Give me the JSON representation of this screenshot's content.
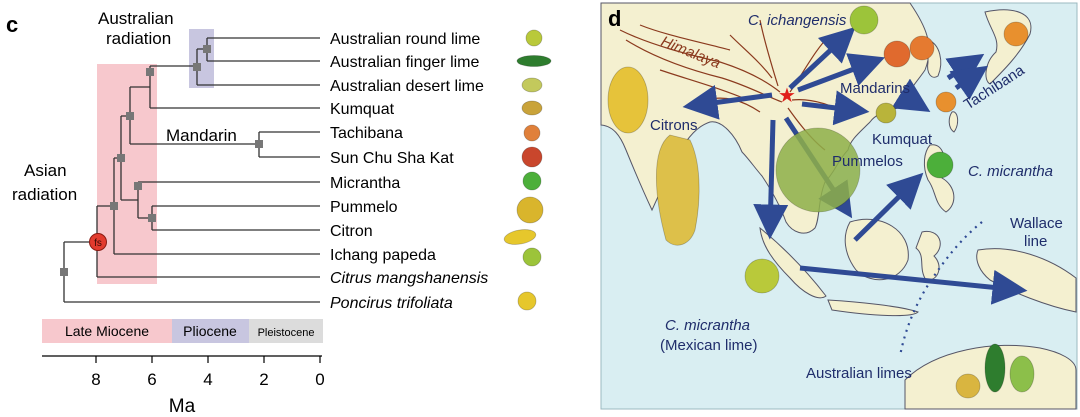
{
  "panel_c": {
    "panel_label": "c",
    "groups": {
      "australian": [
        "Australian",
        "radiation"
      ],
      "asian": [
        "Asian",
        "radiation"
      ],
      "mandarin": "Mandarin"
    },
    "node_label": "fs",
    "taxa": [
      {
        "label": "Australian round lime",
        "italic": false,
        "fruit_color": "#b9c93a"
      },
      {
        "label": "Australian finger lime",
        "italic": false,
        "fruit_color": "#2e7d2e"
      },
      {
        "label": "Australian desert lime",
        "italic": false,
        "fruit_color": "#c3c95c"
      },
      {
        "label": "Kumquat",
        "italic": false,
        "fruit_color": "#c9a33a"
      },
      {
        "label": "Tachibana",
        "italic": false,
        "fruit_color": "#e0803a"
      },
      {
        "label": "Sun Chu Sha Kat",
        "italic": false,
        "fruit_color": "#c9462c"
      },
      {
        "label": "Micrantha",
        "italic": false,
        "fruit_color": "#4caf3a"
      },
      {
        "label": "Pummelo",
        "italic": false,
        "fruit_color": "#d9b52c"
      },
      {
        "label": "Citron",
        "italic": false,
        "fruit_color": "#e6c72c"
      },
      {
        "label": "Ichang papeda",
        "italic": false,
        "fruit_color": "#9cc43a"
      },
      {
        "label": "Citrus mangshanensis",
        "italic": true,
        "fruit_color": ""
      },
      {
        "label": "Poncirus trifoliata",
        "italic": true,
        "fruit_color": "#e6c72c"
      }
    ],
    "epochs": [
      {
        "label": "Late Miocene",
        "color": "#f7c8cd"
      },
      {
        "label": "Pliocene",
        "color": "#c8c6e0"
      },
      {
        "label": "Pleistocene",
        "color": "#dcdcdc"
      }
    ],
    "axis": {
      "ticks": [
        "8",
        "6",
        "4",
        "2",
        "0"
      ],
      "label": "Ma"
    }
  },
  "panel_d": {
    "panel_label": "d",
    "labels": {
      "himalaya": "Himalaya",
      "ichangensis": "C. ichangensis",
      "mandarins": "Mandarins",
      "tachibana": "Tachibana",
      "citrons": "Citrons",
      "kumquat": "Kumquat",
      "pummelos": "Pummelos",
      "micrantha_top": "C. micrantha",
      "wallace": [
        "Wallace",
        "line"
      ],
      "micrantha_bottom": "C. micrantha",
      "mexican_lime": "(Mexican lime)",
      "australian_limes": "Australian limes"
    },
    "colors": {
      "sea": "#d9eef2",
      "land": "#f4f0d0",
      "arrow": "#2f4a94",
      "himalaya": "#8b3a1e",
      "text": "#1f2d6b",
      "star": "#e0201a"
    }
  }
}
